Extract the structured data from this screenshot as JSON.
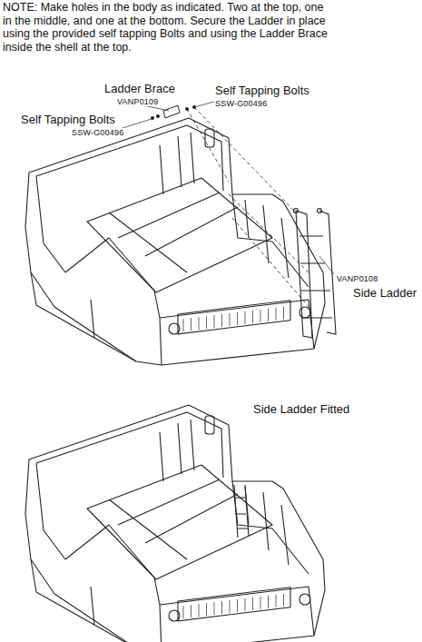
{
  "diagram": {
    "labels": [
      "NOTE: Make holes in the body as indicated. Two at the top, one in the middle, and one at the bottom. Secure the Ladder in place using the provided self tapping Bolts and using the Ladder Brace inside the shell at the top.",
      "Ladder Brace",
      "VANP0109",
      "Self Tapping Bolts",
      "SSW-G00496",
      "Self Tapping Bolts",
      "SSW-G00496",
      "VANP0108",
      "Side Ladder",
      "Side Ladder Fitted"
    ]
  }
}
